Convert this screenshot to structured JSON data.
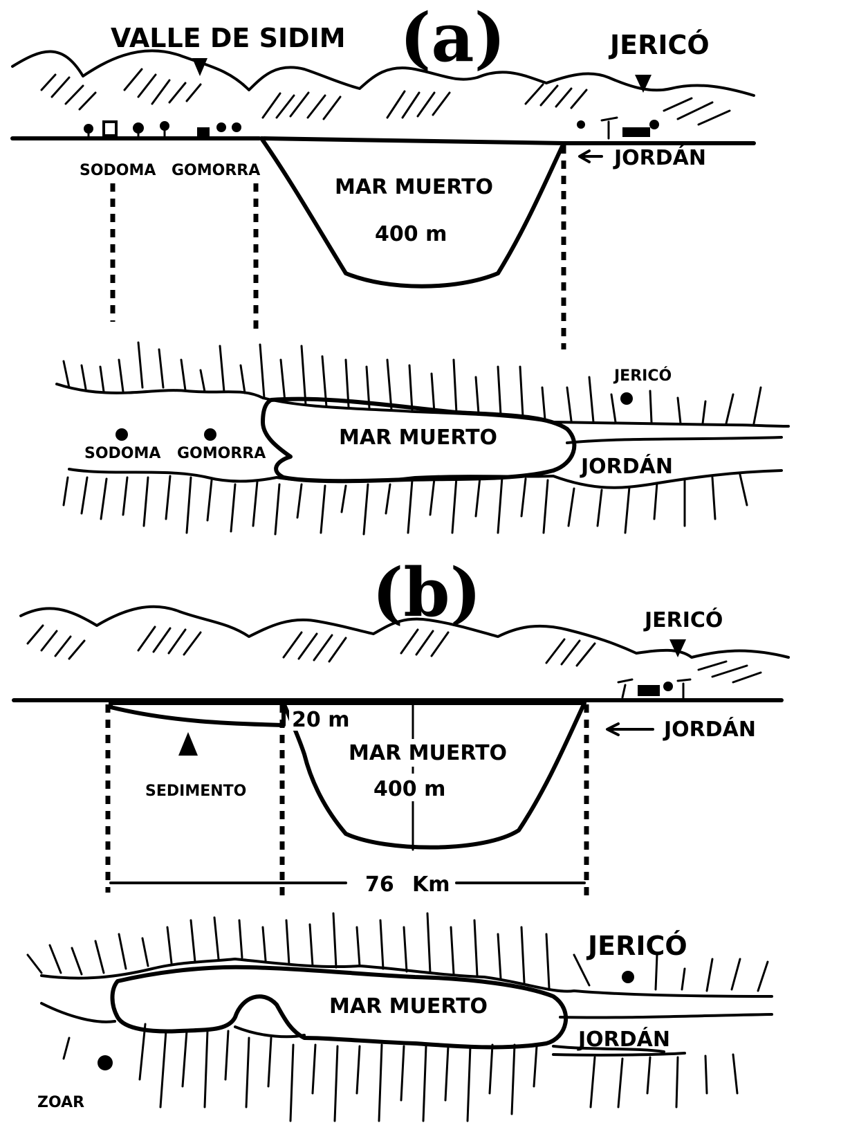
{
  "figure_a": {
    "panel_label": "(a)",
    "valle": "VALLE DE SIDIM",
    "jerico_top": "JERICÓ",
    "jordan_top": "JORDÁN",
    "sodoma_top": "SODOMA",
    "gomorra_top": "GOMORRA",
    "mar_muerto_top": "MAR MUERTO",
    "depth": "400 m",
    "jerico_map": "JERICÓ",
    "mar_muerto_map": "MAR MUERTO",
    "sodoma_map": "SODOMA",
    "gomorra_map": "GOMORRA",
    "jordan_map": "JORDÁN"
  },
  "figure_b": {
    "panel_label": "(b)",
    "jerico_top": "JERICÓ",
    "jordan_top": "JORDÁN",
    "shallow_depth": "20 m",
    "mar_muerto_top": "MAR MUERTO",
    "depth": "400 m",
    "sedimento": "SEDIMENTO",
    "distance": "76",
    "distance_unit": "Km",
    "jerico_map": "JERICÓ",
    "mar_muerto_map": "MAR MUERTO",
    "jordan_map": "JORDÁN",
    "zoar_map": "ZOAR"
  }
}
